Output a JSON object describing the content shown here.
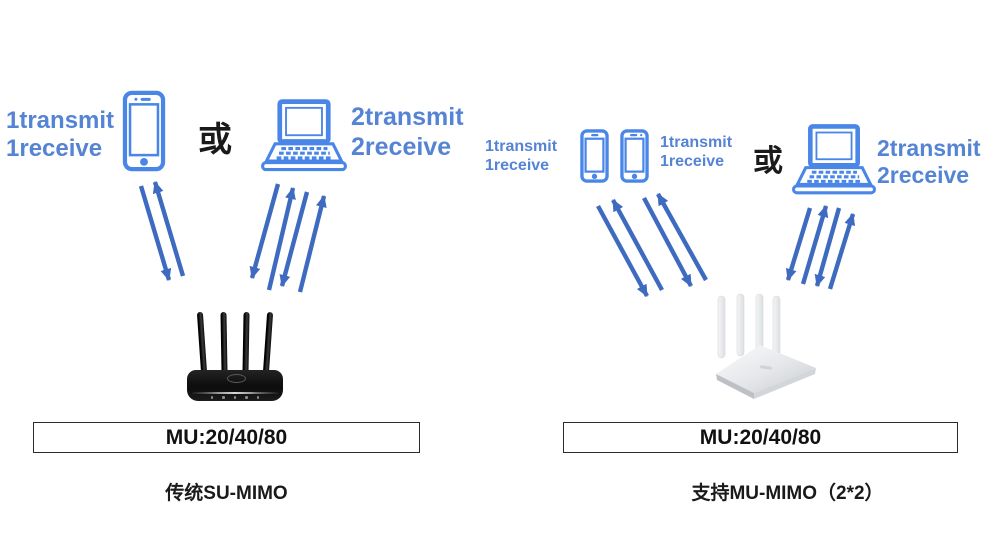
{
  "colors": {
    "text_blue": "#5584d4",
    "icon_blue": "#4a86e8",
    "arrow_blue": "#3e6bc0",
    "ink": "#1a1a1a"
  },
  "left_panel": {
    "phone_label_line1": "1transmit",
    "phone_label_line2": "1receive",
    "or_label": "或",
    "laptop_label_line1": "2transmit",
    "laptop_label_line2": "2receive",
    "bandwidth_box": "MU:20/40/80",
    "caption": "传统SU-MIMO"
  },
  "right_panel": {
    "phone1_label_line1": "1transmit",
    "phone1_label_line2": "1receive",
    "phone2_label_line1": "1transmit",
    "phone2_label_line2": "1receive",
    "or_label": "或",
    "laptop_label_line1": "2transmit",
    "laptop_label_line2": "2receive",
    "bandwidth_box": "MU:20/40/80",
    "caption": "支持MU-MIMO（2*2）"
  }
}
